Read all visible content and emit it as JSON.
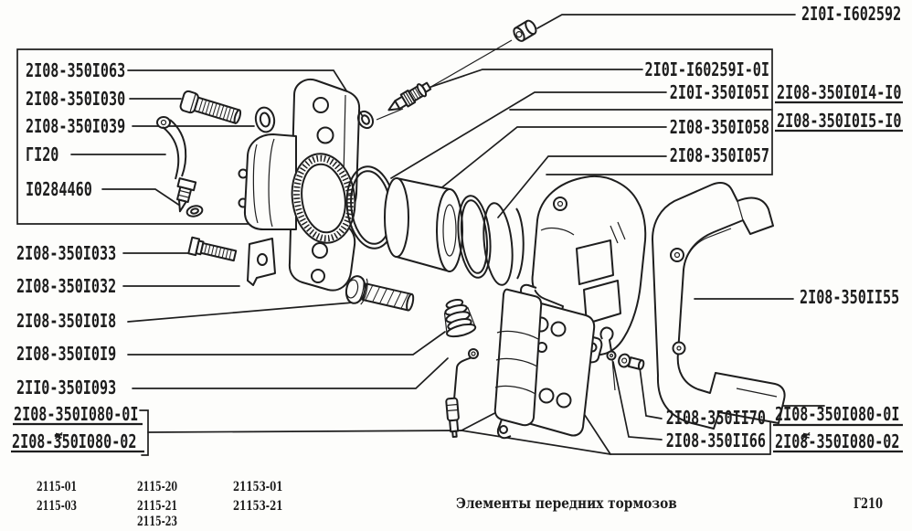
{
  "labels": {
    "top_right": "2I0I-I602592",
    "box_left": [
      "2I08-350I063",
      "2I08-350I030",
      "2I08-350I039",
      "ГI20",
      "I0284460"
    ],
    "left_column": [
      "2I08-350I033",
      "2I08-350I032",
      "2I08-350I0I8",
      "2I08-350I0I9",
      "2II0-350I093"
    ],
    "left_kit": {
      "line1": "2I08-350I080-0I",
      "line2": "2I08-350I080-02",
      "mark": "≠"
    },
    "right_box": [
      "2I0I-I60259I-0I",
      "2I0I-350I05I",
      "2I08-350I058",
      "2I08-350I057"
    ],
    "right_assemblies": [
      "2I08-350I0I4-I0",
      "2I08-350I0I5-I0"
    ],
    "carrier": "2I08-350II55",
    "fastener_top": "2I08-350II70",
    "fastener_bottom": "2I08-350II66",
    "right_kit": {
      "line1": "2I08-350I080-0I",
      "line2": "2I08-350I080-02",
      "mark": "≠"
    }
  },
  "footer": {
    "col1": [
      "2115-01",
      "2115-03"
    ],
    "col2": [
      "2115-20",
      "2115-21",
      "2115-23"
    ],
    "col3": [
      "21153-01",
      "21153-21"
    ],
    "caption": "Элементы передних тормозов",
    "sheet": "Г210"
  },
  "colors": {
    "ink": "#1e1e1e",
    "paper": "#fdfdfb"
  }
}
